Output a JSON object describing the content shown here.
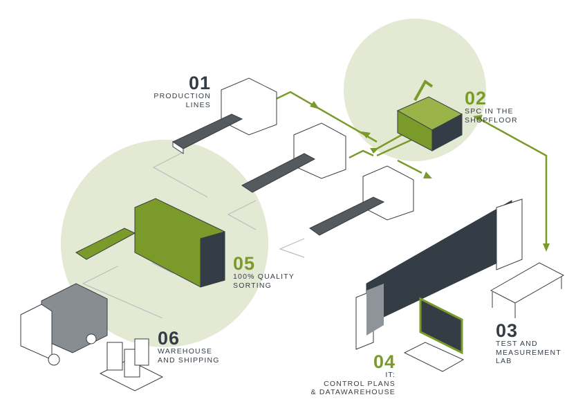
{
  "colors": {
    "accent": "#7a9a2a",
    "dark": "#343c45",
    "zone": "#e3e9d3",
    "flow_gray": "#b9bdc1"
  },
  "stations": [
    {
      "number": "01",
      "label": "PRODUCTION\nLINES"
    },
    {
      "number": "02",
      "label": "SPC IN THE\nSHOPFLOOR"
    },
    {
      "number": "03",
      "label": "TEST AND\nMEASUREMENT\nLAB"
    },
    {
      "number": "04",
      "label": "IT:\nCONTROL PLANS\n& DATAWAREHOUSE"
    },
    {
      "number": "05",
      "label": "100% QUALITY\nSORTING"
    },
    {
      "number": "06",
      "label": "WAREHOUSE\nAND SHIPPING"
    }
  ]
}
